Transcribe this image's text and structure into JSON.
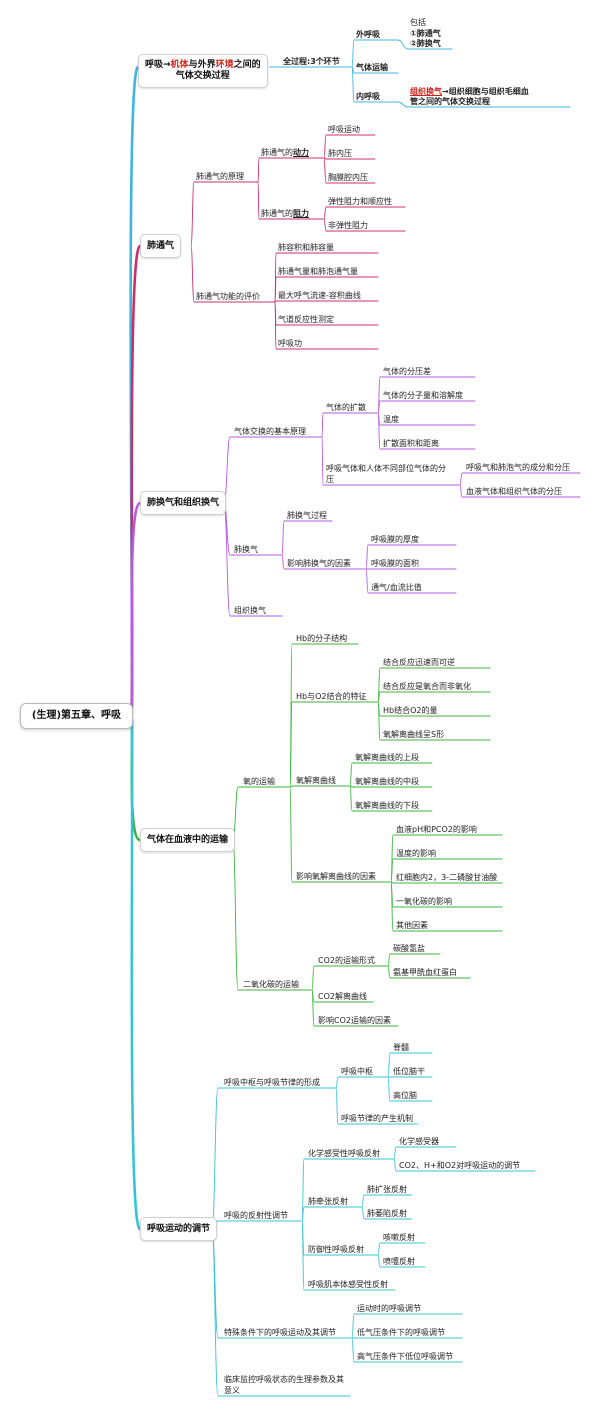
{
  "central": "(生理)第五章、呼吸",
  "topics": {
    "def": {
      "line1_a": "呼吸→",
      "line1_b": "机体",
      "line1_c": "与外界",
      "line1_d": "环境",
      "line1_e": "之间的",
      "line2": "气体交换过程",
      "total": "全过程:3个环节",
      "outer": "外呼吸",
      "include": "包括",
      "pulm_vent": "①肺通气",
      "pulm_exch": "②肺换气",
      "transport": "气体运输",
      "inner": "内呼吸",
      "tissue_a": "组织换气",
      "tissue_b": "→组织细胞与组织毛细血",
      "tissue_c": "管之间的气体交换过程"
    },
    "vent": {
      "title": "肺通气",
      "principle": "肺通气的原理",
      "power_a": "肺通气的",
      "power_b": "动力",
      "resp_move": "呼吸运动",
      "alv_press": "肺内压",
      "pleural_press": "胸膜腔内压",
      "resist_a": "肺通气的",
      "resist_b": "阻力",
      "elastic": "弹性阻力和顺应性",
      "inelastic": "非弹性阻力",
      "eval": "肺通气功能的评价",
      "e1": "肺容积和肺容量",
      "e2": "肺通气量和肺泡通气量",
      "e3": "最大呼气流速-容积曲线",
      "e4": "气道反应性测定",
      "e5": "呼吸功"
    },
    "exch": {
      "title": "肺换气和组织换气",
      "basic": "气体交换的基本原理",
      "diffusion": "气体的扩散",
      "d1": "气体的分压差",
      "d2": "气体的分子量和溶解度",
      "d3": "温度",
      "d4": "扩散面积和距离",
      "partial_1": "呼吸气体和人体不同部位气体的分",
      "partial_2": "压",
      "p1": "呼吸气和肺泡气的成分和分压",
      "p2": "血液气体和组织气体的分压",
      "pulm": "肺换气",
      "pulm_proc": "肺换气过程",
      "pulm_factors": "影响肺换气的因素",
      "f1": "呼吸膜的厚度",
      "f2": "呼吸膜的面积",
      "f3": "通气/血流比值",
      "tissue": "组织换气"
    },
    "trans": {
      "title": "气体在血液中的运输",
      "o2": "氧的运输",
      "hb_struct": "Hb的分子结构",
      "hb_o2": "Hb与O2结合的特征",
      "h1": "结合反应迅速而可逆",
      "h2": "结合反应是氧合而非氧化",
      "h3": "Hb结合O2的量",
      "h4": "氧解离曲线呈S形",
      "curve": "氧解离曲线",
      "c1": "氧解离曲线的上段",
      "c2": "氧解离曲线的中段",
      "c3": "氧解离曲线的下段",
      "curve_factors": "影响氧解离曲线的因素",
      "cf1": "血液pH和PCO2的影响",
      "cf2": "温度的影响",
      "cf3": "红细胞内2，3-二磷酸甘油酸",
      "cf4": "一氧化碳的影响",
      "cf5": "其他因素",
      "co2": "二氧化碳的运输",
      "co2_forms": "CO2的运输形式",
      "bicarb": "碳酸氢盐",
      "carbamino": "氨基甲酰血红蛋白",
      "co2_curve": "CO2解离曲线",
      "co2_factors": "影响CO2运输的因素"
    },
    "reg": {
      "title": "呼吸运动的调节",
      "center_rhythm": "呼吸中枢与呼吸节律的形成",
      "center": "呼吸中枢",
      "spinal": "脊髓",
      "lower_brain": "低位脑干",
      "higher_brain": "高位脑",
      "rhythm": "呼吸节律的产生机制",
      "reflex": "呼吸的反射性调节",
      "chemo": "化学感受性呼吸反射",
      "chemo_rec": "化学感受器",
      "chemo_reg": "CO2、H+和O2对呼吸运动的调节",
      "stretch": "肺牵张反射",
      "inflation": "肺扩张反射",
      "deflation": "肺萎陷反射",
      "defense": "防御性呼吸反射",
      "cough": "咳嗽反射",
      "sneeze": "喷嚏反射",
      "proprio": "呼吸肌本体感受性反射",
      "special": "特殊条件下的呼吸运动及其调节",
      "exercise": "运动时的呼吸调节",
      "low_press": "低气压条件下的呼吸调节",
      "high_press": "高气压条件下低位呼吸调节",
      "clinical_1": "临床监控呼吸状态的生理参数及其",
      "clinical_2": "意义"
    }
  },
  "colors": {
    "def": "#3fb4de",
    "vent": "#c8306c",
    "exch": "#b45be0",
    "trans": "#3cb344",
    "reg": "#39c2d6"
  }
}
